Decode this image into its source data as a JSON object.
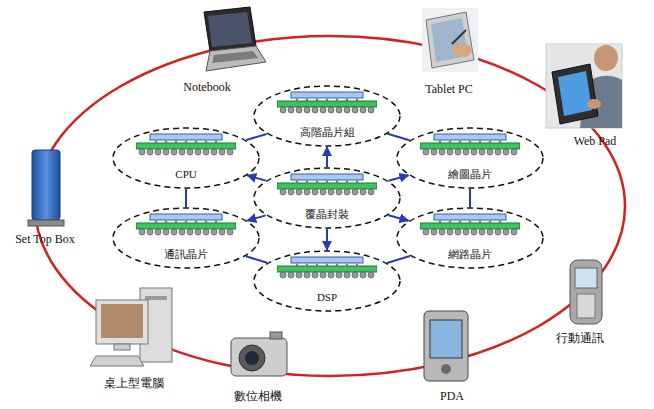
{
  "diagram": {
    "nodes": [
      {
        "text": [
          "高階晶片組"
        ]
      },
      {
        "text": [
          "CPU"
        ]
      },
      {
        "text": [
          "繪圖晶片"
        ]
      },
      {
        "text": [
          "覆晶封裝"
        ]
      },
      {
        "text": [
          "通訊晶片"
        ]
      },
      {
        "text": [
          "網路晶片"
        ]
      },
      {
        "text": [
          "DSP"
        ]
      }
    ],
    "edges": [
      {
        "from": 3,
        "to": 0,
        "arrow": "to"
      },
      {
        "from": 3,
        "to": 1,
        "arrow": "to"
      },
      {
        "from": 3,
        "to": 2,
        "arrow": "to"
      },
      {
        "from": 3,
        "to": 4,
        "arrow": "to"
      },
      {
        "from": 3,
        "to": 5,
        "arrow": "to"
      },
      {
        "from": 3,
        "to": 6,
        "arrow": "to"
      },
      {
        "from": 0,
        "to": 1,
        "arrow": "none"
      },
      {
        "from": 0,
        "to": 2,
        "arrow": "none"
      },
      {
        "from": 1,
        "to": 4,
        "arrow": "none"
      },
      {
        "from": 2,
        "to": 5,
        "arrow": "none"
      },
      {
        "from": 4,
        "to": 6,
        "arrow": "none"
      },
      {
        "from": 5,
        "to": 6,
        "arrow": "none"
      }
    ],
    "labels": [
      "Notebook",
      "Tablet PC",
      "Web Pad",
      "行動通訊",
      "PDA",
      "數位相機",
      "桌上型電腦",
      "Set Top Box"
    ]
  }
}
